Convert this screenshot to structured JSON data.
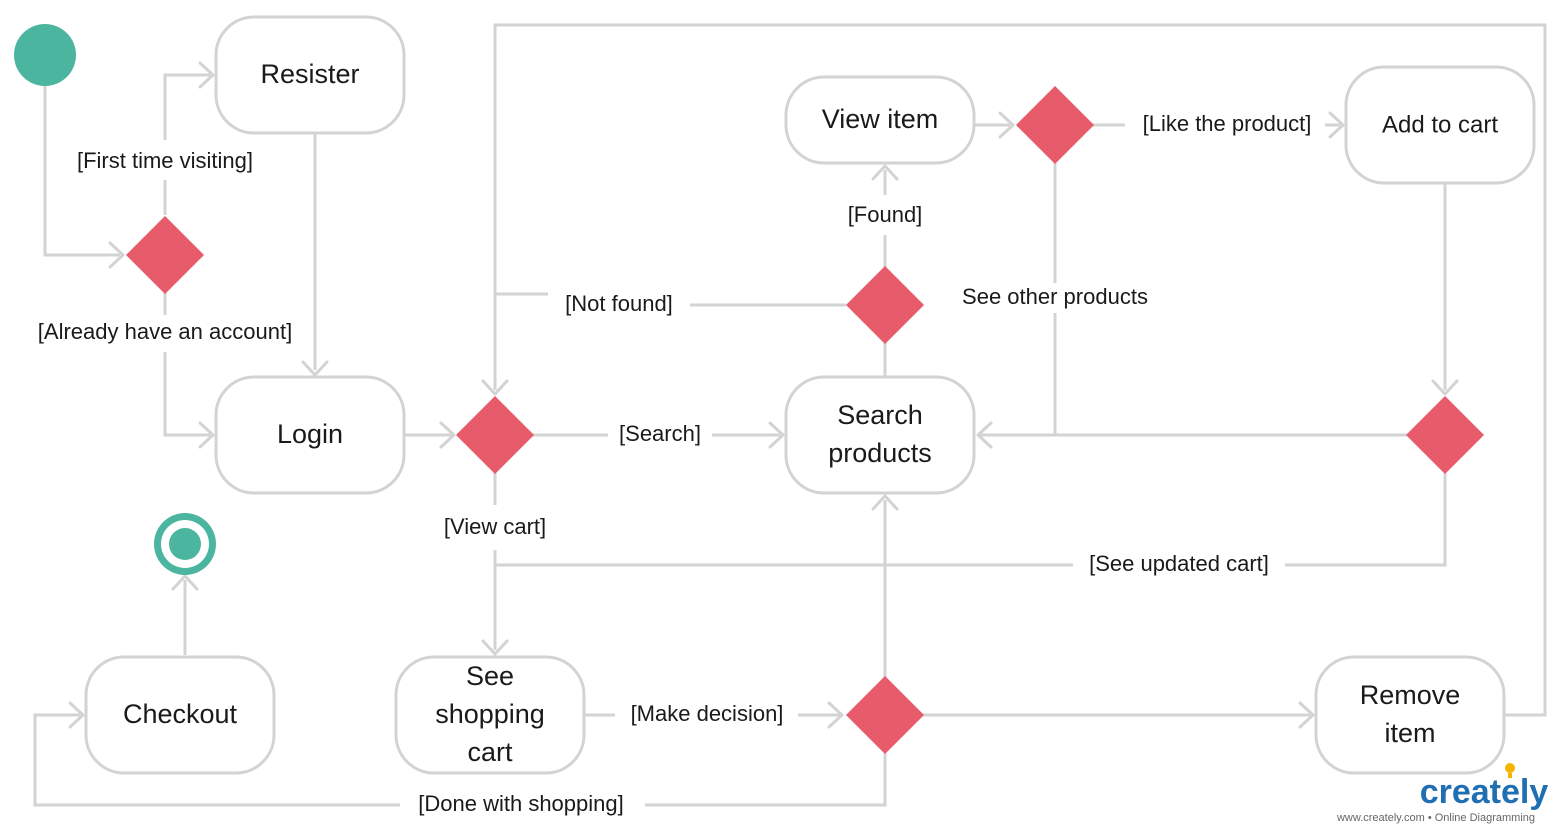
{
  "colors": {
    "line": "#d3d3d3",
    "decision": "#e85b6a",
    "start": "#4bb5a0",
    "end_outer": "#4bb5a0",
    "end_inner": "#4bb5a0",
    "text": "#1a1a1a",
    "brand": "#1f6fb2",
    "brand_accent": "#f5b400"
  },
  "nodes": {
    "register": {
      "lines": [
        "Resister"
      ]
    },
    "login": {
      "lines": [
        "Login"
      ]
    },
    "view_item": {
      "lines": [
        "View item"
      ]
    },
    "add_to_cart": {
      "lines": [
        "Add to cart"
      ]
    },
    "search_products": {
      "lines": [
        "Search",
        "products"
      ]
    },
    "checkout": {
      "lines": [
        "Checkout"
      ]
    },
    "see_shopping_cart": {
      "lines": [
        "See",
        "shopping",
        "cart"
      ]
    },
    "remove_item": {
      "lines": [
        "Remove",
        "item"
      ]
    }
  },
  "edge_labels": {
    "first_time_visiting": "[First time visiting]",
    "already_have_account": "[Already have an account]",
    "not_found": "[Not found]",
    "found": "[Found]",
    "like_product": "[Like the product]",
    "see_other_products": "See other products",
    "search": "[Search]",
    "view_cart": "[View cart]",
    "see_updated_cart": "[See updated cart]",
    "make_decision": "[Make decision]",
    "done_with_shopping": "[Done with shopping]"
  },
  "branding": {
    "name": "creately",
    "tagline": "www.creately.com • Online Diagramming",
    "icon": "lightbulb-icon"
  }
}
